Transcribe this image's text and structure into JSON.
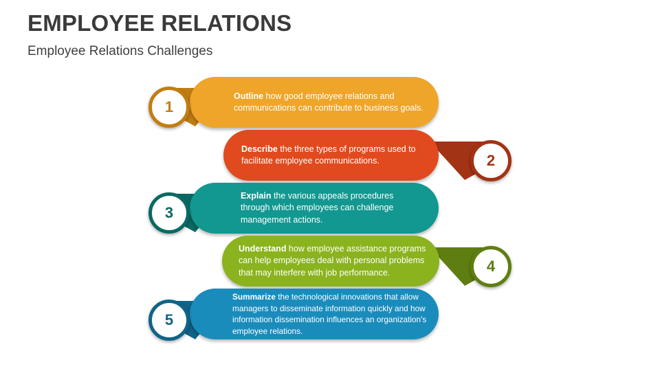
{
  "title": "EMPLOYEE RELATIONS",
  "subtitle": "Employee Relations Challenges",
  "colors": {
    "orange": "#EEA52A",
    "orange_dark": "#C27D12",
    "red": "#E04A1E",
    "red_dark": "#A23314",
    "teal": "#129890",
    "teal_dark": "#0A6964",
    "green": "#8AB31E",
    "green_dark": "#5F7E12",
    "blue": "#1A8CBC",
    "blue_dark": "#106488"
  },
  "items": [
    {
      "number": "1",
      "keyword": "Outline",
      "text": " how good employee relations and communications can contribute to business goals.",
      "color": "#EEA52A",
      "tail_color": "#C27D12",
      "side": "left"
    },
    {
      "number": "2",
      "keyword": "Describe",
      "text": " the three types of programs used to facilitate employee communications.",
      "color": "#E04A1E",
      "tail_color": "#A23314",
      "side": "right"
    },
    {
      "number": "3",
      "keyword": "Explain",
      "text": " the various appeals procedures through which employees can challenge management actions.",
      "color": "#129890",
      "tail_color": "#0A6964",
      "side": "left"
    },
    {
      "number": "4",
      "keyword": "Understand",
      "text": " how employee assistance programs can help employees deal with personal problems that may interfere with job performance.",
      "color": "#8AB31E",
      "tail_color": "#5F7E12",
      "side": "right"
    },
    {
      "number": "5",
      "keyword": "Summarize",
      "text": " the technological innovations that allow managers to disseminate information quickly and how information dissemination influences an organization's employee relations.",
      "color": "#1A8CBC",
      "tail_color": "#106488",
      "side": "left"
    }
  ]
}
